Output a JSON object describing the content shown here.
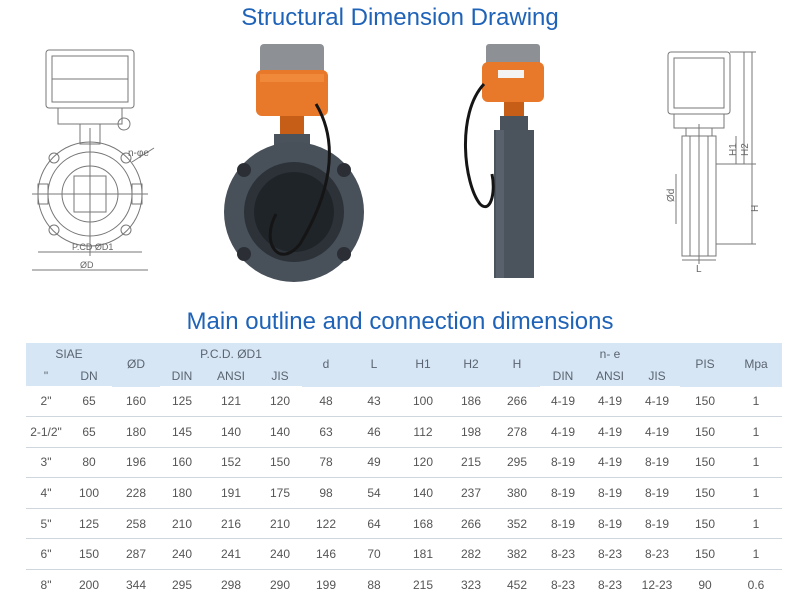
{
  "titles": {
    "drawing": "Structural Dimension Drawing",
    "table": "Main outline and connection dimensions"
  },
  "drawing_labels": {
    "n_phi_e": "n-φe",
    "pcd": "P.CD ØD1",
    "od": "ØD",
    "phi_d": "Ød",
    "l": "L",
    "h": "H",
    "h1": "H1",
    "h2": "H2"
  },
  "table": {
    "headers_top": [
      "SIAE",
      "ØD",
      "P.C.D. ØD1",
      "d",
      "L",
      "H1",
      "H2",
      "H",
      "n-   e",
      "PIS",
      "Mpa"
    ],
    "headers_sub": [
      "\"",
      "DN",
      "DIN",
      "ANSI",
      "JIS",
      "DIN",
      "ANSI",
      "JIS"
    ],
    "rows": [
      [
        "2\"",
        "65",
        "160",
        "125",
        "121",
        "120",
        "48",
        "43",
        "100",
        "186",
        "266",
        "4-19",
        "4-19",
        "4-19",
        "150",
        "1"
      ],
      [
        "2-1/2\"",
        "65",
        "180",
        "145",
        "140",
        "140",
        "63",
        "46",
        "112",
        "198",
        "278",
        "4-19",
        "4-19",
        "4-19",
        "150",
        "1"
      ],
      [
        "3\"",
        "80",
        "196",
        "160",
        "152",
        "150",
        "78",
        "49",
        "120",
        "215",
        "295",
        "8-19",
        "4-19",
        "8-19",
        "150",
        "1"
      ],
      [
        "4\"",
        "100",
        "228",
        "180",
        "191",
        "175",
        "98",
        "54",
        "140",
        "237",
        "380",
        "8-19",
        "8-19",
        "8-19",
        "150",
        "1"
      ],
      [
        "5\"",
        "125",
        "258",
        "210",
        "216",
        "210",
        "122",
        "64",
        "168",
        "266",
        "352",
        "8-19",
        "8-19",
        "8-19",
        "150",
        "1"
      ],
      [
        "6\"",
        "150",
        "287",
        "240",
        "241",
        "240",
        "146",
        "70",
        "181",
        "282",
        "382",
        "8-23",
        "8-23",
        "8-23",
        "150",
        "1"
      ],
      [
        "8\"",
        "200",
        "344",
        "295",
        "298",
        "290",
        "199",
        "88",
        "215",
        "323",
        "452",
        "8-23",
        "8-23",
        "12-23",
        "90",
        "0.6"
      ]
    ]
  }
}
